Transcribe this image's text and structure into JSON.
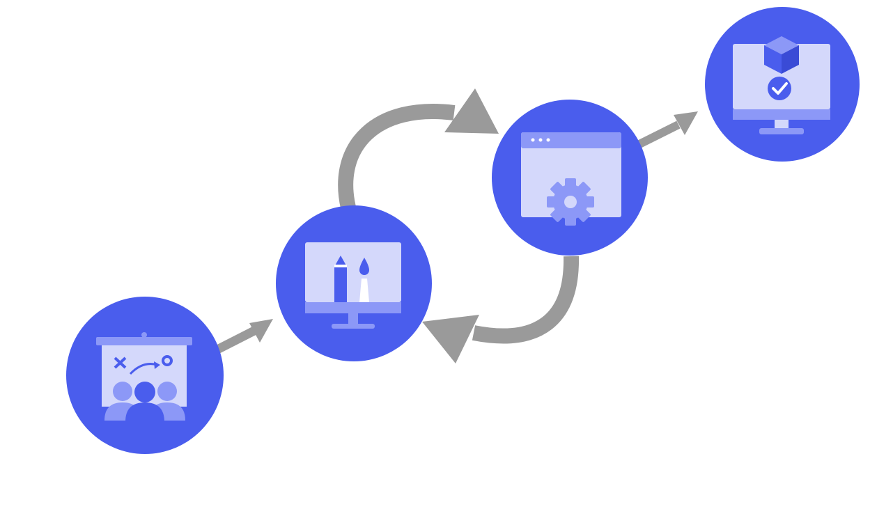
{
  "colors": {
    "circle": "#4a5ded",
    "panel_light": "#d4d8fb",
    "panel_mid": "#8c98f7",
    "arrow": "#9a9a9a",
    "background": "#ffffff"
  },
  "nodes": [
    {
      "id": "plan",
      "icon": "presentation-board-icon"
    },
    {
      "id": "design",
      "icon": "design-monitor-icon"
    },
    {
      "id": "develop",
      "icon": "browser-gear-icon"
    },
    {
      "id": "deploy",
      "icon": "monitor-package-check-icon"
    }
  ],
  "connections": [
    {
      "from": "plan",
      "to": "design",
      "style": "straight-arrow"
    },
    {
      "from": "design",
      "to": "develop",
      "style": "curved-arrow"
    },
    {
      "from": "develop",
      "to": "design",
      "style": "curved-arrow"
    },
    {
      "from": "develop",
      "to": "deploy",
      "style": "straight-arrow"
    }
  ]
}
